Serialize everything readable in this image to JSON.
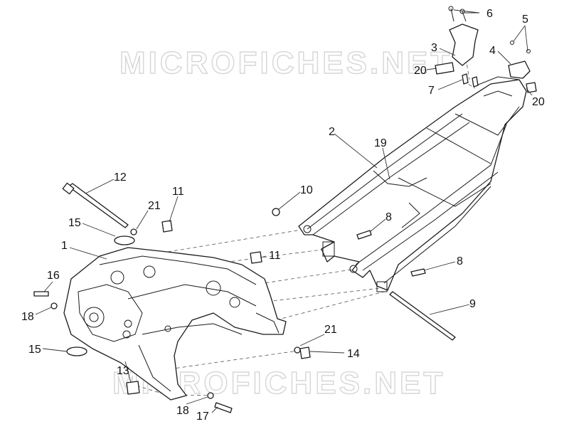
{
  "watermark": "MICROFICHES.NET",
  "callouts": [
    {
      "id": "c1",
      "text": "1"
    },
    {
      "id": "c2",
      "text": "2"
    },
    {
      "id": "c3",
      "text": "3"
    },
    {
      "id": "c4",
      "text": "4"
    },
    {
      "id": "c5",
      "text": "5"
    },
    {
      "id": "c6",
      "text": "6"
    },
    {
      "id": "c7",
      "text": "7"
    },
    {
      "id": "c8a",
      "text": "8"
    },
    {
      "id": "c8b",
      "text": "8"
    },
    {
      "id": "c9",
      "text": "9"
    },
    {
      "id": "c10",
      "text": "10"
    },
    {
      "id": "c11a",
      "text": "11"
    },
    {
      "id": "c11b",
      "text": "11"
    },
    {
      "id": "c12",
      "text": "12"
    },
    {
      "id": "c13",
      "text": "13"
    },
    {
      "id": "c14",
      "text": "14"
    },
    {
      "id": "c15a",
      "text": "15"
    },
    {
      "id": "c15b",
      "text": "15"
    },
    {
      "id": "c16",
      "text": "16"
    },
    {
      "id": "c17",
      "text": "17"
    },
    {
      "id": "c18a",
      "text": "18"
    },
    {
      "id": "c18b",
      "text": "18"
    },
    {
      "id": "c19",
      "text": "19"
    },
    {
      "id": "c20a",
      "text": "20"
    },
    {
      "id": "c20b",
      "text": "20"
    },
    {
      "id": "c21a",
      "text": "21"
    },
    {
      "id": "c21b",
      "text": "21"
    }
  ]
}
